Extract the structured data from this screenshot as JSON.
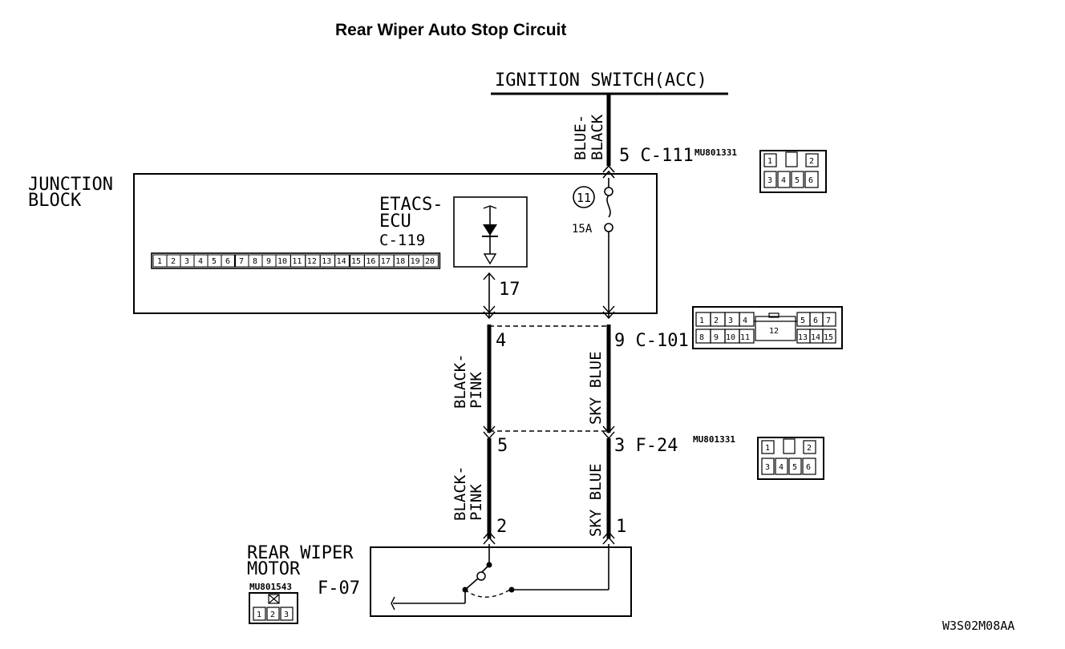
{
  "title": "Rear Wiper Auto Stop Circuit",
  "power_source": "IGNITION SWITCH(ACC)",
  "junction_block": {
    "line1": "JUNCTION",
    "line2": "BLOCK"
  },
  "etacs": {
    "line1": "ETACS-",
    "line2": "ECU",
    "connector": "C-119"
  },
  "etacs_pins": [
    "1",
    "2",
    "3",
    "4",
    "5",
    "6",
    "7",
    "8",
    "9",
    "10",
    "11",
    "12",
    "13",
    "14",
    "15",
    "16",
    "17",
    "18",
    "19",
    "20"
  ],
  "fuse": {
    "number": "11",
    "rating": "15A"
  },
  "wires": {
    "blue_black_1": "BLUE-",
    "blue_black_2": "BLACK",
    "black_pink_1": "BLACK-",
    "black_pink_2": "PINK",
    "sky_blue": "SKY BLUE"
  },
  "pins": {
    "c111": "5 C-111",
    "etacs_17": "17",
    "c101_left": "4",
    "c101_right": "9 C-101",
    "f24_left": "5",
    "f24_right": "3 F-24",
    "motor_left": "2",
    "motor_right": "1"
  },
  "connectors": {
    "part_c111": "MU801331",
    "part_f24": "MU801331",
    "part_motor": "MU801543",
    "c111_top": [
      "1",
      "2"
    ],
    "c111_bottom": [
      "3",
      "4",
      "5",
      "6"
    ],
    "c101_top_left": [
      "1",
      "2",
      "3",
      "4"
    ],
    "c101_top_right": [
      "5",
      "6",
      "7"
    ],
    "c101_center": "12",
    "c101_bottom_left": [
      "8",
      "9",
      "10",
      "11"
    ],
    "c101_bottom_right": [
      "13",
      "14",
      "15"
    ],
    "f24_top": [
      "1",
      "2"
    ],
    "f24_bottom": [
      "3",
      "4",
      "5",
      "6"
    ],
    "motor_pins": [
      "1",
      "2",
      "3"
    ]
  },
  "motor": {
    "line1": "REAR WIPER",
    "line2": "MOTOR",
    "connector": "F-07"
  },
  "diagram_code": "W3S02M08AA"
}
